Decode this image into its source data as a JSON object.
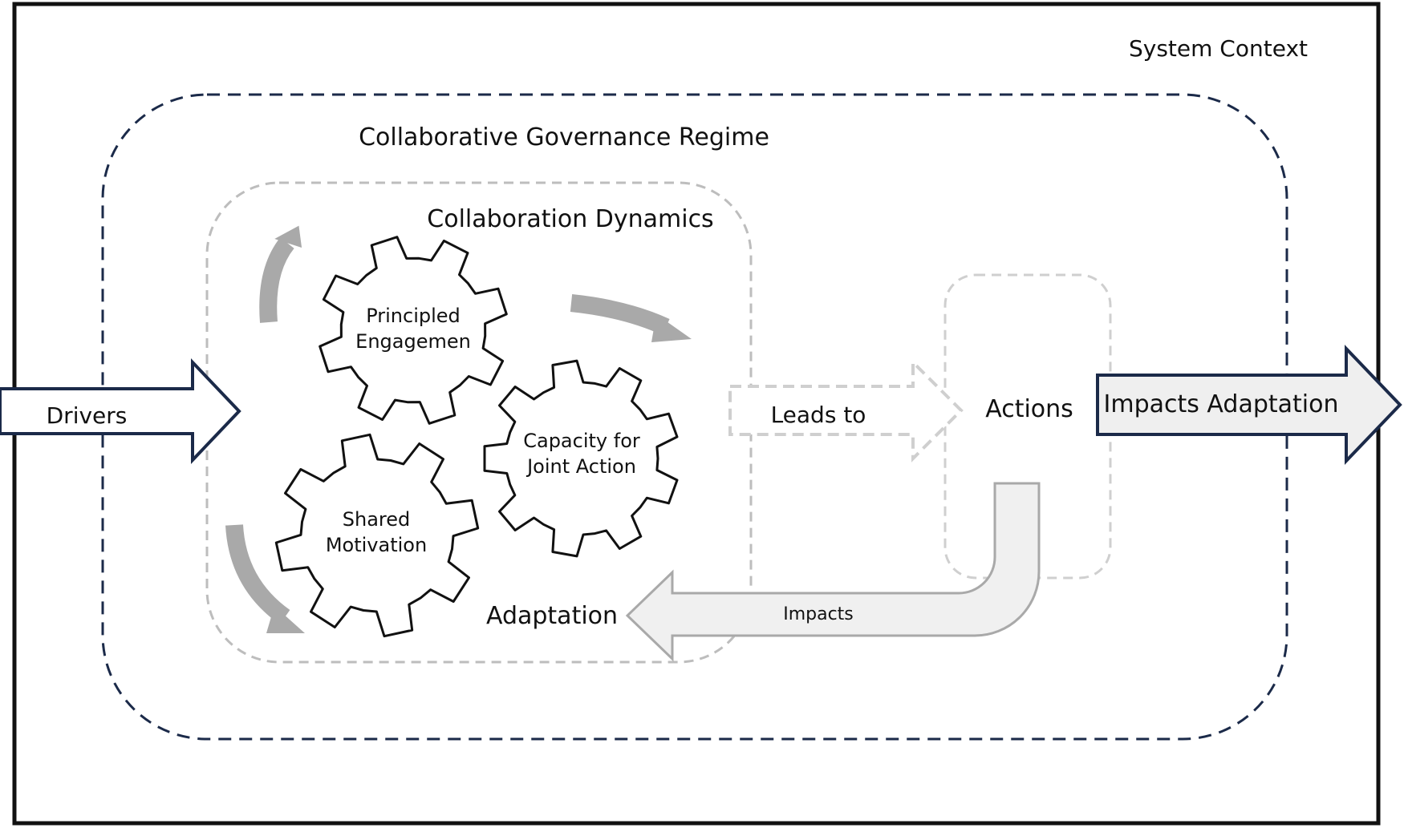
{
  "labels": {
    "system_context": "System Context",
    "regime": "Collaborative Governance Regime",
    "dynamics": "Collaboration Dynamics",
    "principled_line1": "Principled",
    "principled_line2": "Engagemen",
    "capacity_line1": "Capacity for",
    "capacity_line2": "Joint Action",
    "shared_line1": "Shared",
    "shared_line2": "Motivation",
    "drivers": "Drivers",
    "leads_to": "Leads to",
    "actions": "Actions",
    "impacts_adaptation": "Impacts Adaptation",
    "adaptation": "Adaptation",
    "impacts": "Impacts"
  },
  "colors": {
    "navy": "#1b2a49",
    "frame": "#111111",
    "gray_dash": "#bdbdbd",
    "gray_arrow": "#a9a9a9",
    "light_fill": "#f0f0f0"
  },
  "icons": {
    "gears": "gear-icon",
    "cycle_arrows": "curved-arrow-icon"
  }
}
